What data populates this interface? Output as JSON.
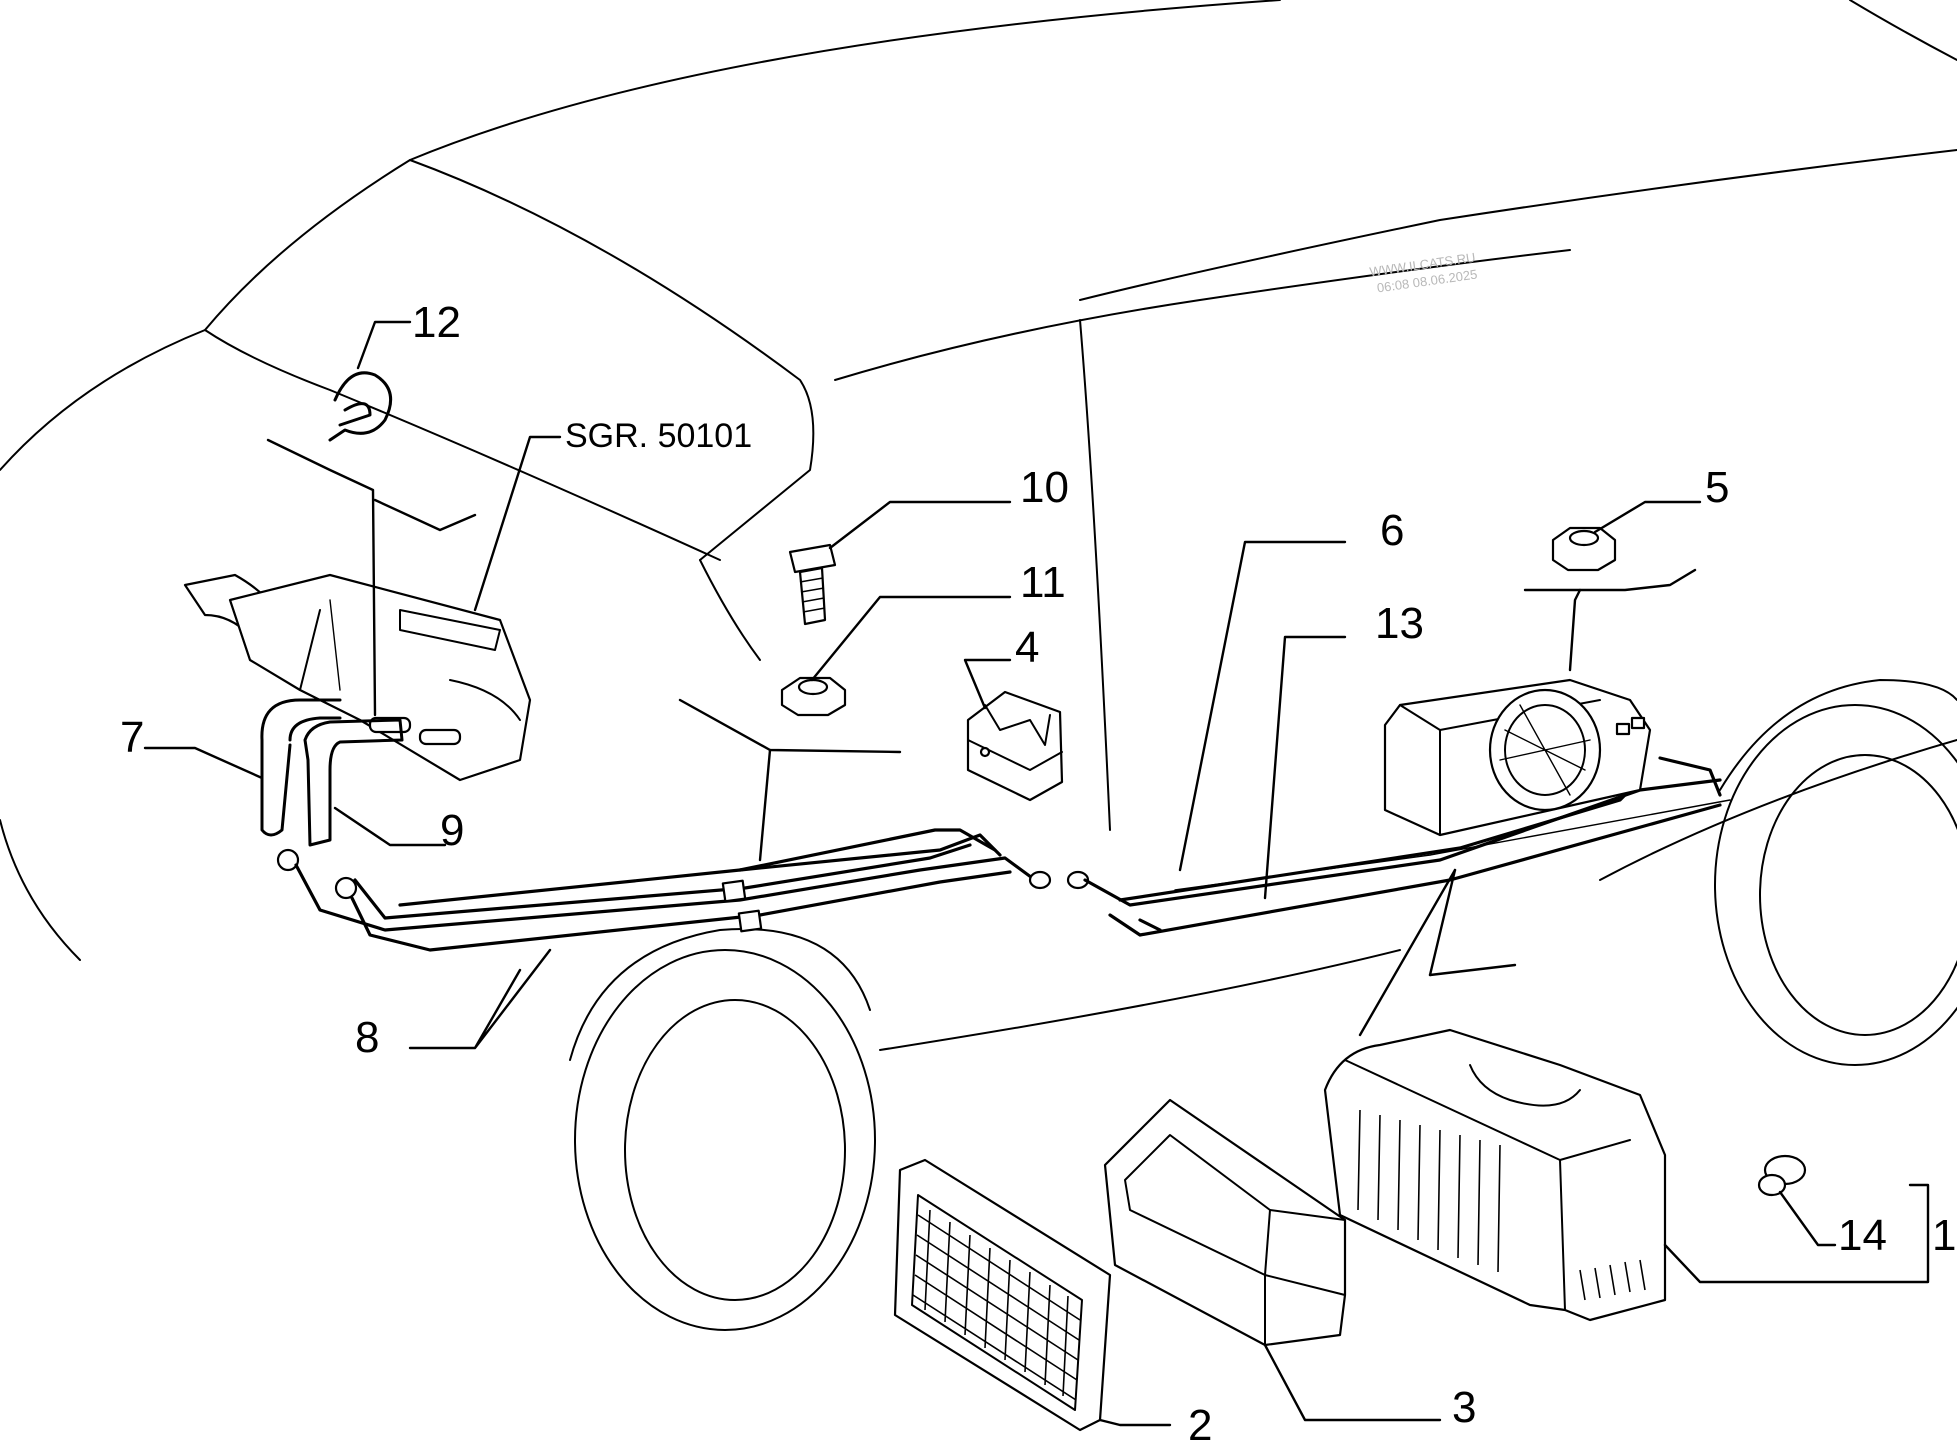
{
  "callouts": {
    "c1": "1",
    "c2": "2",
    "c3": "3",
    "c4": "4",
    "c5": "5",
    "c6": "6",
    "c7": "7",
    "c8": "8",
    "c9": "9",
    "c10": "10",
    "c11": "11",
    "c12": "12",
    "c13": "13",
    "c14": "14",
    "sgr": "SGR. 50101"
  },
  "watermark": {
    "line1": "WWW.ILCATS.RU",
    "line2": "06:08 08.06.2025"
  }
}
